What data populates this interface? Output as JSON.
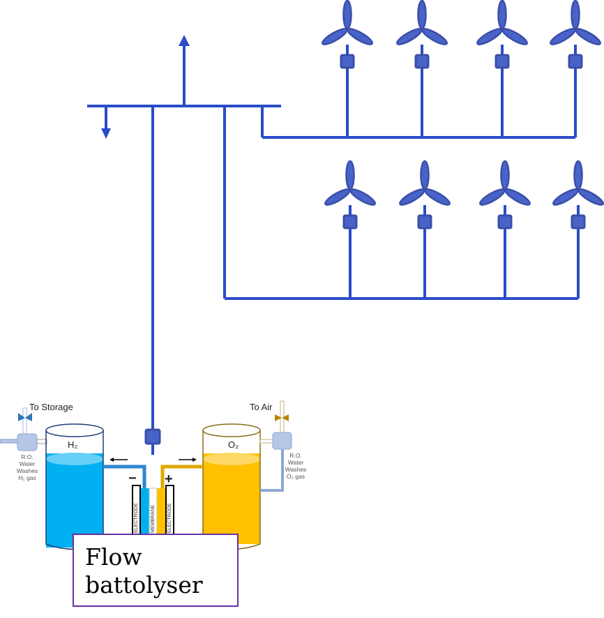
{
  "colors": {
    "grid": "#2a4cc8",
    "turbine": "#3a4fa8",
    "turbine_fill": "#4a63c8",
    "h2": "#00b0f0",
    "o2": "#ffc000",
    "flowbox_border": "#6a2fa0"
  },
  "labels": {
    "to_storage": "To Storage",
    "to_air": "To Air",
    "h2": "H₂",
    "o2": "O₂",
    "ro_left": "R.O. Water Washes H₂ gas",
    "ro_right": "R.O. Water Washes O₂ gas",
    "electrode_left": "ELECTRODE",
    "membrane": "MEMBRANE",
    "electrode_right": "ELECTRODE",
    "minus": "−",
    "plus": "+",
    "flow_box": "Flow battolyser"
  },
  "turbine_rows": [
    {
      "count": 4
    },
    {
      "count": 4
    }
  ]
}
